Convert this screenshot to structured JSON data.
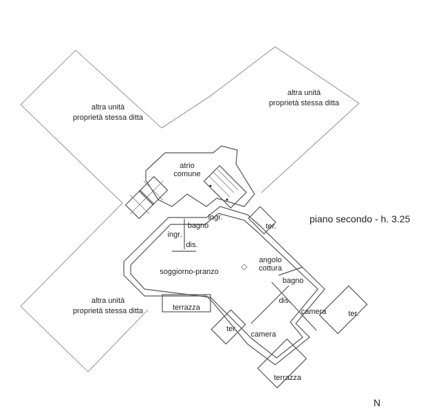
{
  "plan": {
    "title": "piano secondo - h. 3.25",
    "north_label": "N",
    "other_units": [
      {
        "line1": "altra unità",
        "line2": "proprietà stessa ditta"
      },
      {
        "line1": "altra unità",
        "line2": "proprietà stessa ditta"
      },
      {
        "line1": "altra unità",
        "line2": "proprietà stessa ditta"
      }
    ],
    "rooms": {
      "atrio_1": "atrio",
      "atrio_2": "comune",
      "ingr_1": "ingr.",
      "ingr_2": "ingr.",
      "bagno_1": "bagno",
      "dis_1": "dis.",
      "soggiorno": "soggiorno-pranzo",
      "angolo_1": "angolo",
      "angolo_2": "cottura",
      "bagno_2": "bagno",
      "dis_2": "dis.",
      "camera_1": "camera",
      "camera_2": "camera",
      "terrazza_1": "terrazza",
      "terrazza_2": "terrazza",
      "ter_1": "ter.",
      "ter_2": "ter.",
      "ter_3": "ter."
    }
  }
}
